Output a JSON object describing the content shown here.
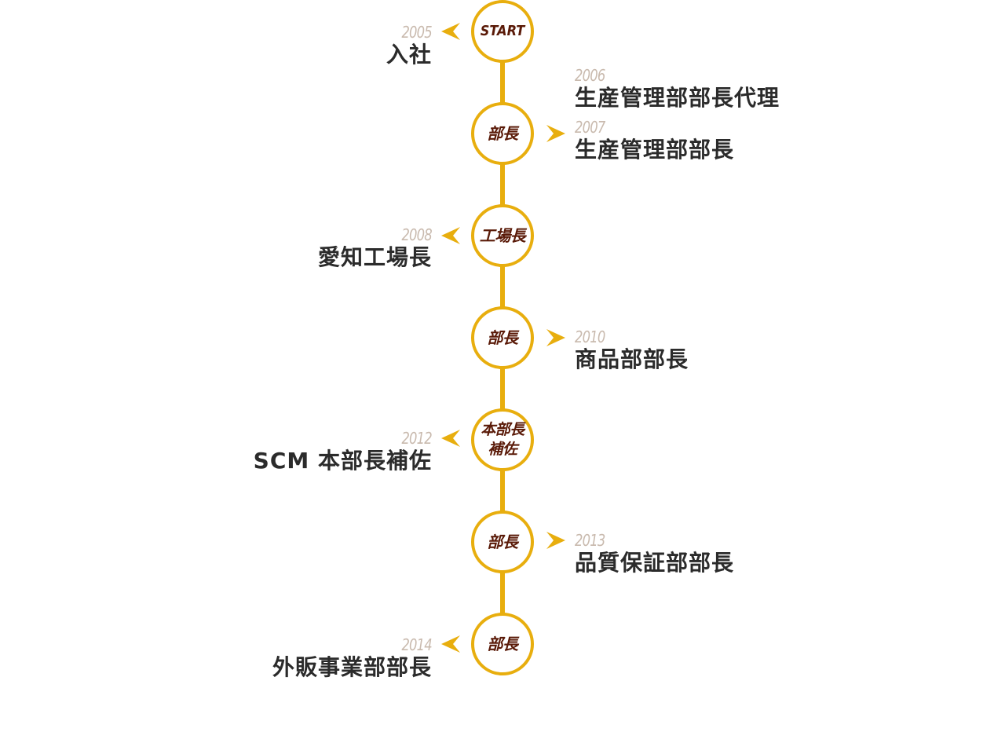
{
  "colors": {
    "accent": "#E8AE0E",
    "node_text": "#5A1A08",
    "year_text": "#C9BAAE",
    "title_text": "#2B2B2B"
  },
  "milestones": [
    {
      "node": "START",
      "side": "left",
      "entries": [
        {
          "year": "2005",
          "title": "入社"
        }
      ]
    },
    {
      "node": "部長",
      "side": "right",
      "entries": [
        {
          "year": "2006",
          "title": "生産管理部部長代理"
        },
        {
          "year": "2007",
          "title": "生産管理部部長"
        }
      ]
    },
    {
      "node": "工場長",
      "side": "left",
      "entries": [
        {
          "year": "2008",
          "title": "愛知工場長"
        }
      ]
    },
    {
      "node": "部長",
      "side": "right",
      "entries": [
        {
          "year": "2010",
          "title": "商品部部長"
        }
      ]
    },
    {
      "node": "本部長\n補佐",
      "side": "left",
      "entries": [
        {
          "year": "2012",
          "title": "SCM 本部長補佐"
        }
      ]
    },
    {
      "node": "部長",
      "side": "right",
      "entries": [
        {
          "year": "2013",
          "title": "品質保証部部長"
        }
      ]
    },
    {
      "node": "部長",
      "side": "left",
      "entries": [
        {
          "year": "2014",
          "title": "外販事業部部長"
        }
      ]
    }
  ]
}
